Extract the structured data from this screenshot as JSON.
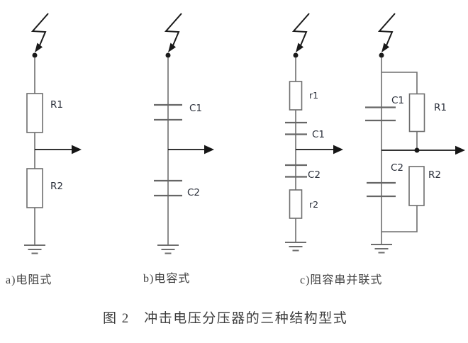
{
  "figure": {
    "caption": "图 2　冲击电压分压器的三种结构型式",
    "diagrams": {
      "a": {
        "label": "a)电阻式",
        "r1": "R1",
        "r2": "R2"
      },
      "b": {
        "label": "b)电容式",
        "c1": "C1",
        "c2": "C2"
      },
      "c": {
        "label": "c)阻容串并联式",
        "series": {
          "r1": "r1",
          "c1": "C1",
          "c2": "C2",
          "r2": "r2"
        },
        "parallel": {
          "c1": "C1",
          "r1": "R1",
          "c2": "C2",
          "r2": "R2"
        }
      }
    },
    "icons": {
      "impulse_source": "lightning-icon",
      "output_tap": "arrow-right-icon",
      "earth": "ground-icon",
      "node": "junction-dot"
    },
    "colors": {
      "background": "#ffffff",
      "wire": "#6e6e6e",
      "ink": "#1a1a1a",
      "component_label": "#2a2f3a",
      "text": "#404040"
    }
  }
}
